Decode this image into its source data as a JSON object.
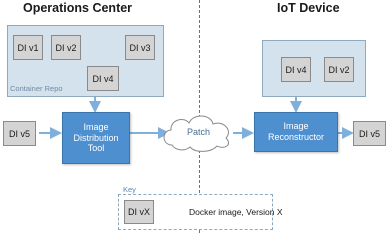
{
  "titles": {
    "left": "Operations Center",
    "right": "IoT Device"
  },
  "container_repo": {
    "label": "Container Repo",
    "images": [
      "DI v1",
      "DI v2",
      "DI v3",
      "DI v4"
    ]
  },
  "device_images": [
    "DI v4",
    "DI v2"
  ],
  "input_image": "DI v5",
  "output_image": "DI v5",
  "tools": {
    "distribution": "Image Distribution Tool",
    "reconstructor": "Image Reconstructor"
  },
  "patch_label": "Patch",
  "key": {
    "label": "Key",
    "example": "DI vX",
    "description": "Docker image, Version X"
  },
  "colors": {
    "tool_fill": "#4e8fcf",
    "repo_fill": "#d4e2ee",
    "highlight_circle": "#e03030",
    "arrow": "#7fb0dc"
  }
}
